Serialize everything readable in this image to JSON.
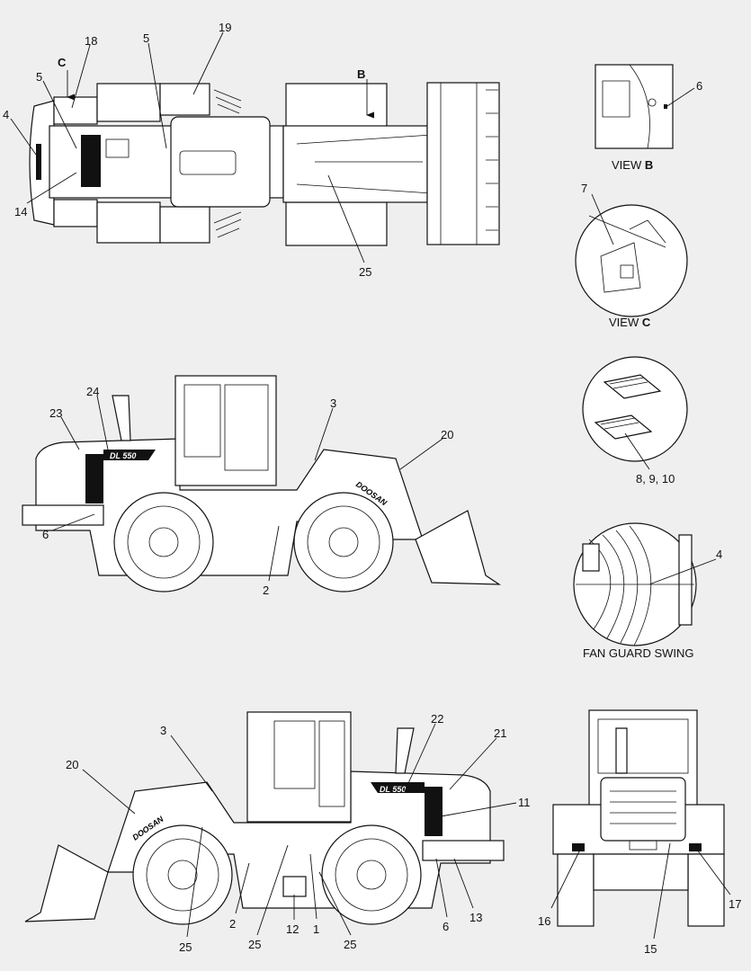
{
  "views": {
    "view_b_caption": "VIEW",
    "view_b_letter": "B",
    "view_c_caption": "VIEW",
    "view_c_letter": "C",
    "fan_caption": "FAN GUARD SWING",
    "arrow_c": "C",
    "arrow_b": "B"
  },
  "machine": {
    "model": "DL 550",
    "brand": "DOOSAN"
  },
  "callouts": {
    "top": [
      "18",
      "5",
      "19",
      "5",
      "4",
      "14",
      "25"
    ],
    "view_b": "6",
    "view_c": "7",
    "steps": "8, 9, 10",
    "fan": "4",
    "side_right": [
      "24",
      "23",
      "3",
      "20",
      "6",
      "2"
    ],
    "side_left": [
      "3",
      "22",
      "21",
      "20",
      "11",
      "2",
      "25",
      "25",
      "12",
      "1",
      "25",
      "6",
      "13"
    ],
    "rear": [
      "16",
      "15",
      "17"
    ]
  }
}
